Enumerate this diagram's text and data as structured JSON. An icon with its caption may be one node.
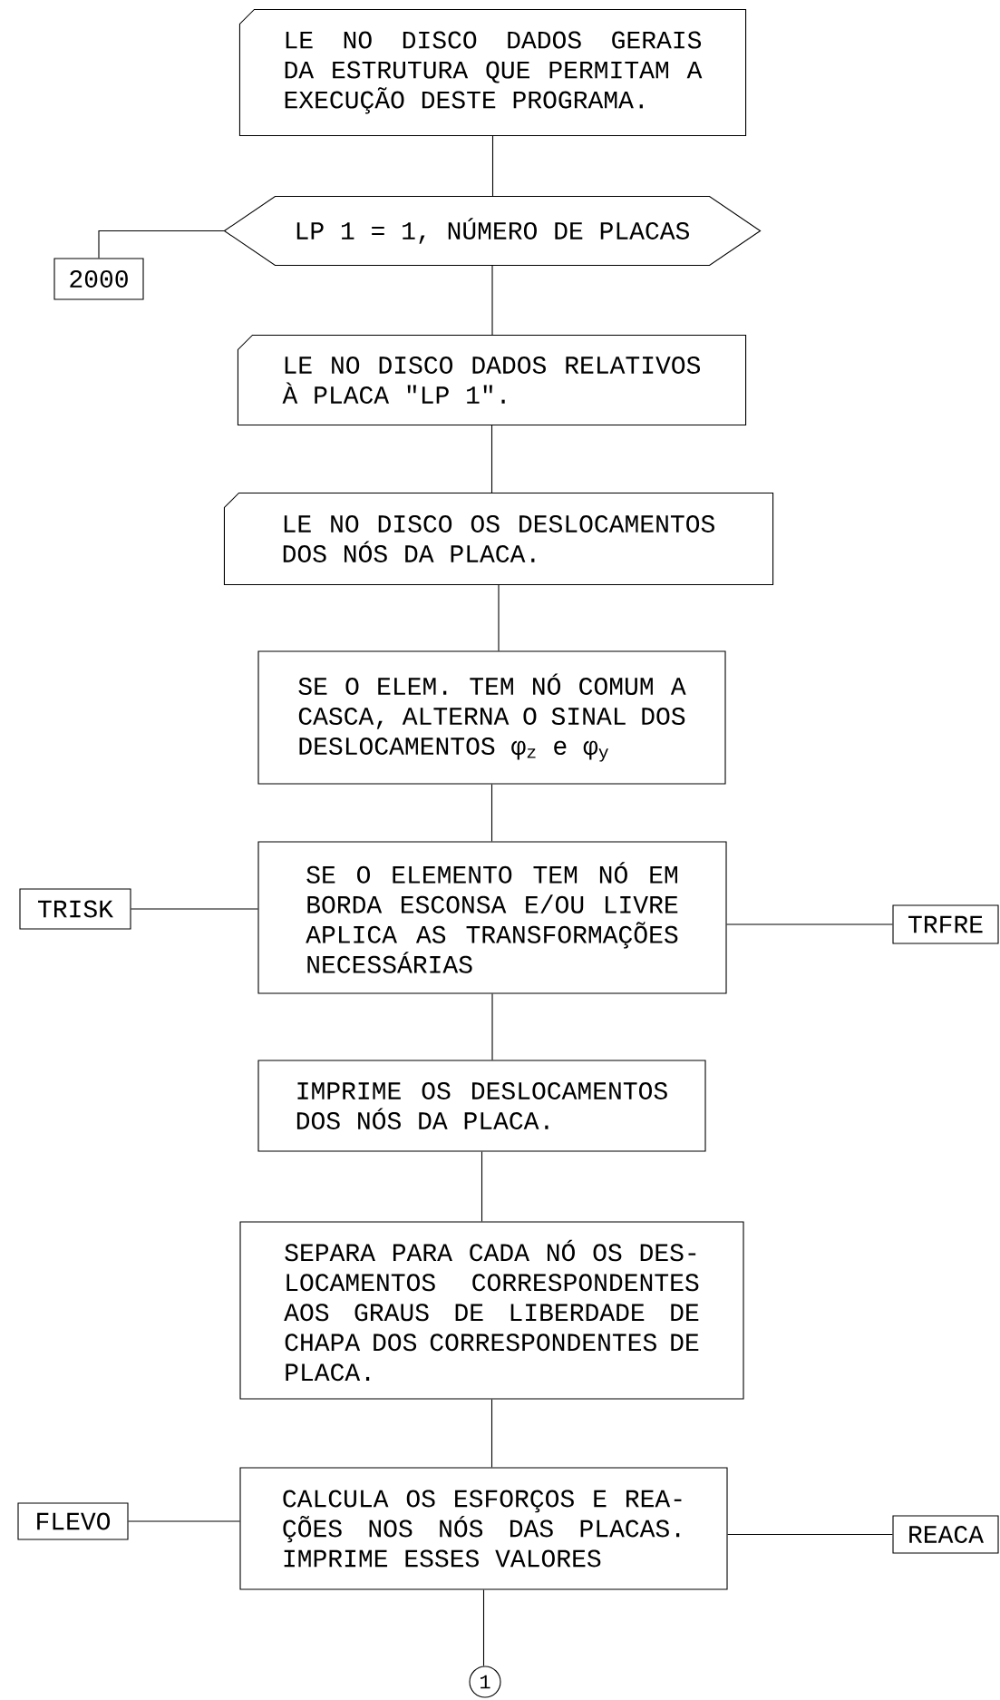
{
  "diagram": {
    "nodes": [
      {
        "text": [
          "LE NO DISCO DADOS GERAIS DA ESTRUTURA QUE PERMITAM A EXECUÇÃO DESTE PROGRAMA."
        ]
      },
      {
        "text": [
          "LP 1 = 1, NÚMERO DE PLACAS"
        ]
      },
      {
        "text": [
          "2000"
        ]
      },
      {
        "text": [
          "LE NO DISCO DADOS RELATIVOS À PLACA \"LP 1\"."
        ]
      },
      {
        "text": [
          "LE NO DISCO OS DESLOCAMENTOS DOS NÓS DA PLACA."
        ]
      },
      {
        "text": [
          "SE O ELEM. TEM NÓ COMUM A CASCA, ALTERNA O SINAL DOS DESLOCAMENTOS φ$_{z}$ e φ$_{y}$"
        ]
      },
      {
        "text": [
          "TRISK"
        ]
      },
      {
        "text": [
          "SE O ELEMENTO TEM NÓ EM BORDA ESCONSA E/OU LIVRE APLICA AS TRANSFORMAÇÕES NECESSÁRIAS"
        ]
      },
      {
        "text": [
          "TRFRE"
        ]
      },
      {
        "text": [
          "IMPRIME OS DESLOCAMENTOS DOS NÓS DA PLACA."
        ]
      },
      {
        "text": [
          "SEPARA PARA CADA NÓ OS DES-LOCAMENTOS CORRESPONDENTES AOS GRAUS DE LIBERDADE DE CHAPA DOS CORRESPONDENTES DE PLACA."
        ]
      },
      {
        "text": [
          "FLEVO"
        ]
      },
      {
        "text": [
          "CALCULA OS ESFORÇOS E REA-ÇÕES NOS NÓS DAS PLACAS. IMPRIME ESSES VALORES"
        ]
      },
      {
        "text": [
          "REACA"
        ]
      },
      {
        "text": [
          "1"
        ]
      }
    ],
    "edges": [
      {
        "from": 0,
        "to": 1,
        "arrow": "none"
      },
      {
        "from": 1,
        "to": 2,
        "arrow": "none"
      },
      {
        "from": 1,
        "to": 3,
        "arrow": "none"
      },
      {
        "from": 3,
        "to": 4,
        "arrow": "none"
      },
      {
        "from": 4,
        "to": 5,
        "arrow": "none"
      },
      {
        "from": 5,
        "to": 7,
        "arrow": "none"
      },
      {
        "from": 7,
        "to": 6,
        "arrow": "none"
      },
      {
        "from": 7,
        "to": 8,
        "arrow": "none"
      },
      {
        "from": 7,
        "to": 9,
        "arrow": "none"
      },
      {
        "from": 9,
        "to": 10,
        "arrow": "none"
      },
      {
        "from": 10,
        "to": 12,
        "arrow": "none"
      },
      {
        "from": 12,
        "to": 11,
        "arrow": "none"
      },
      {
        "from": 12,
        "to": 13,
        "arrow": "none"
      },
      {
        "from": 12,
        "to": 14,
        "arrow": "none"
      }
    ]
  }
}
